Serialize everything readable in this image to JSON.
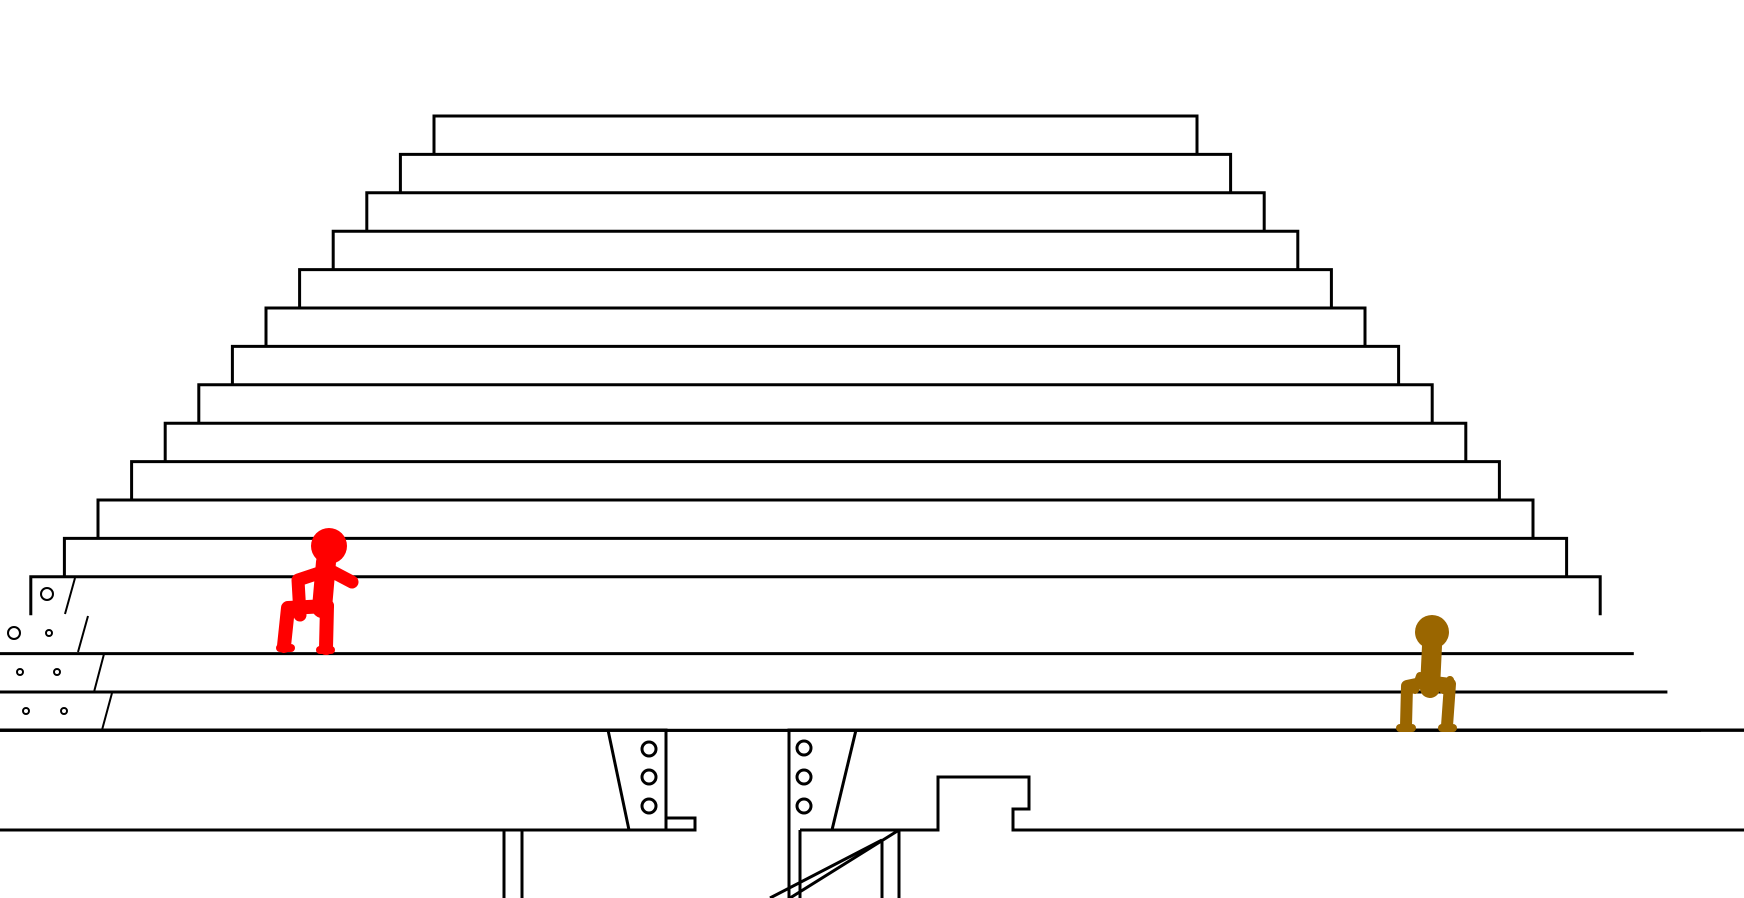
{
  "colors": {
    "background": "#ffffff",
    "line": "#000000",
    "red_figure": "#ff0000",
    "brown_figure": "#9a6600"
  },
  "characters": [
    {
      "name": "red-stick-figure",
      "color": "#ff0000",
      "pose": "climbing-steps"
    },
    {
      "name": "brown-stick-figure",
      "color": "#9a6600",
      "pose": "sitting-on-step"
    }
  ],
  "stairs": {
    "step_count": 16
  }
}
